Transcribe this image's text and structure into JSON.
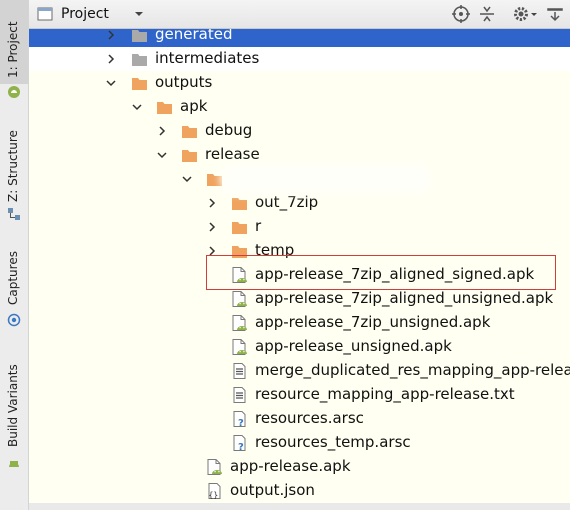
{
  "header": {
    "title": "Project"
  },
  "side_tabs": {
    "project": "1: Project",
    "structure": "Z: Structure",
    "captures": "Captures",
    "build_variants": "Build Variants"
  },
  "tree": {
    "generated": "generated",
    "intermediates": "intermediates",
    "outputs": "outputs",
    "apk": "apk",
    "debug": "debug",
    "release": "release",
    "out_7zip": "out_7zip",
    "r": "r",
    "temp": "temp",
    "f1": "app-release_7zip_aligned_signed.apk",
    "f2": "app-release_7zip_aligned_unsigned.apk",
    "f3": "app-release_7zip_unsigned.apk",
    "f4": "app-release_unsigned.apk",
    "f5": "merge_duplicated_res_mapping_app-releas",
    "f6": "resource_mapping_app-release.txt",
    "f7": "resources.arsc",
    "f8": "resources_temp.arsc",
    "f9": "app-release.apk",
    "f10": "output.json"
  },
  "colors": {
    "selection": "#2f65ca",
    "folder": "#f0a35e",
    "highlight_box": "#d23c3c",
    "android": "#8fb34a"
  }
}
